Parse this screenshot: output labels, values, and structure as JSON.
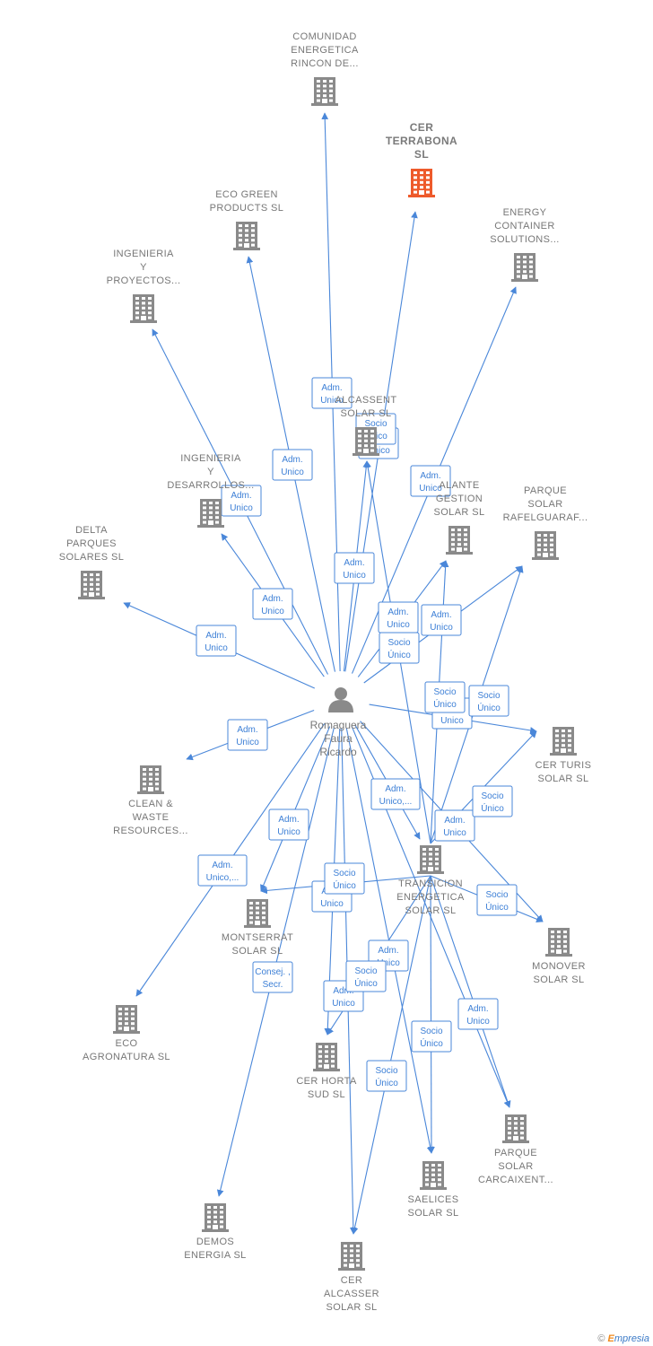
{
  "colors": {
    "edge": "#4a87d9",
    "building": "#8a8a8a",
    "building_focus": "#ee5a2b",
    "label": "#777777",
    "edge_label": "#3c7fd6"
  },
  "person": {
    "id": "romaguera",
    "name": [
      "Romaguera",
      "Faura",
      "Ricardo"
    ],
    "icon": "person-icon"
  },
  "companies": [
    {
      "id": "comunidad",
      "name": [
        "COMUNIDAD",
        "ENERGETICA",
        "RINCON DE..."
      ],
      "icon": "building-icon"
    },
    {
      "id": "terrabona",
      "name": [
        "CER",
        "TERRABONA",
        "SL"
      ],
      "icon": "building-icon",
      "focus": true
    },
    {
      "id": "ecogreen",
      "name": [
        "ECO GREEN",
        "PRODUCTS  SL"
      ],
      "icon": "building-icon"
    },
    {
      "id": "energycontainer",
      "name": [
        "ENERGY",
        "CONTAINER",
        "SOLUTIONS..."
      ],
      "icon": "building-icon"
    },
    {
      "id": "ingproyectos",
      "name": [
        "INGENIERIA",
        "Y",
        "PROYECTOS..."
      ],
      "icon": "building-icon"
    },
    {
      "id": "alcassent",
      "name": [
        "ALCASSENT",
        "SOLAR  SL"
      ],
      "icon": "building-icon"
    },
    {
      "id": "ingdesarrollos",
      "name": [
        "INGENIERIA",
        "Y",
        "DESARROLLOS..."
      ],
      "icon": "building-icon"
    },
    {
      "id": "alantegestion",
      "name": [
        "ALANTE",
        "GESTION",
        "SOLAR  SL"
      ],
      "icon": "building-icon"
    },
    {
      "id": "rafelguaraf",
      "name": [
        "PARQUE",
        "SOLAR",
        "RAFELGUARAF..."
      ],
      "icon": "building-icon"
    },
    {
      "id": "delta",
      "name": [
        "DELTA",
        "PARQUES",
        "SOLARES  SL"
      ],
      "icon": "building-icon"
    },
    {
      "id": "turis",
      "name": [
        "CER TURIS",
        "SOLAR  SL"
      ],
      "icon": "building-icon"
    },
    {
      "id": "cleanwaste",
      "name": [
        "CLEAN &",
        "WASTE",
        "RESOURCES..."
      ],
      "icon": "building-icon"
    },
    {
      "id": "transicion",
      "name": [
        "TRANSICION",
        "ENERGETICA",
        "SOLAR  SL"
      ],
      "icon": "building-icon"
    },
    {
      "id": "montserrat",
      "name": [
        "MONTSERRAT",
        "SOLAR  SL"
      ],
      "icon": "building-icon"
    },
    {
      "id": "monover",
      "name": [
        "MONOVER",
        "SOLAR  SL"
      ],
      "icon": "building-icon"
    },
    {
      "id": "ecoagronatura",
      "name": [
        "ECO",
        "AGRONATURA SL"
      ],
      "icon": "building-icon"
    },
    {
      "id": "horta",
      "name": [
        "CER HORTA",
        "SUD  SL"
      ],
      "icon": "building-icon"
    },
    {
      "id": "carcaixent",
      "name": [
        "PARQUE",
        "SOLAR",
        "CARCAIXENT..."
      ],
      "icon": "building-icon"
    },
    {
      "id": "demos",
      "name": [
        "DEMOS",
        "ENERGIA  SL"
      ],
      "icon": "building-icon"
    },
    {
      "id": "saelices",
      "name": [
        "SAELICES",
        "SOLAR  SL"
      ],
      "icon": "building-icon"
    },
    {
      "id": "ceralcasser",
      "name": [
        "CER",
        "ALCASSER",
        "SOLAR  SL"
      ],
      "icon": "building-icon"
    }
  ],
  "edges": [
    {
      "from": "romaguera",
      "to": "comunidad",
      "label": [
        "Adm.",
        "Unico"
      ]
    },
    {
      "from": "romaguera",
      "to": "terrabona",
      "label": [
        "Adm.",
        "Unico"
      ]
    },
    {
      "from": "romaguera",
      "to": "ecogreen",
      "label": [
        "Adm.",
        "Unico"
      ]
    },
    {
      "from": "romaguera",
      "to": "energycontainer",
      "label": [
        "Adm.",
        "Unico"
      ]
    },
    {
      "from": "romaguera",
      "to": "ingproyectos",
      "label": [
        "Adm.",
        "Unico"
      ]
    },
    {
      "from": "romaguera",
      "to": "alcassent",
      "label": [
        "Adm.",
        "Unico"
      ]
    },
    {
      "from": "romaguera",
      "to": "ingdesarrollos",
      "label": [
        "Adm.",
        "Unico"
      ]
    },
    {
      "from": "romaguera",
      "to": "alantegestion",
      "label": [
        "Adm.",
        "Unico"
      ]
    },
    {
      "from": "romaguera",
      "to": "rafelguaraf",
      "label": [
        "Adm.",
        "Unico"
      ]
    },
    {
      "from": "romaguera",
      "to": "delta",
      "label": [
        "Adm.",
        "Unico"
      ]
    },
    {
      "from": "romaguera",
      "to": "turis",
      "label": [
        "Adm.",
        "Unico"
      ]
    },
    {
      "from": "romaguera",
      "to": "cleanwaste",
      "label": [
        "Adm.",
        "Unico"
      ]
    },
    {
      "from": "romaguera",
      "to": "transicion",
      "label": [
        "Adm.",
        "Unico,..."
      ]
    },
    {
      "from": "romaguera",
      "to": "montserrat",
      "label": [
        "Adm.",
        "Unico"
      ]
    },
    {
      "from": "romaguera",
      "to": "monover",
      "label": [
        "Adm.",
        "Unico"
      ]
    },
    {
      "from": "romaguera",
      "to": "ecoagronatura",
      "label": [
        "Adm.",
        "Unico,..."
      ]
    },
    {
      "from": "romaguera",
      "to": "horta",
      "label": [
        "Adm.",
        "Unico"
      ]
    },
    {
      "from": "romaguera",
      "to": "carcaixent",
      "label": [
        "Adm.",
        "Unico"
      ]
    },
    {
      "from": "romaguera",
      "to": "demos",
      "label": [
        "Consej. ,",
        "Secr."
      ]
    },
    {
      "from": "romaguera",
      "to": "saelices",
      "label": [
        "Adm.",
        "Unico"
      ]
    },
    {
      "from": "romaguera",
      "to": "ceralcasser",
      "label": [
        "Adm.",
        "Unico"
      ]
    },
    {
      "from": "transicion",
      "to": "alcassent",
      "label": [
        "Socio",
        "Único"
      ]
    },
    {
      "from": "transicion",
      "to": "alantegestion",
      "label": [
        "Socio",
        "Único"
      ]
    },
    {
      "from": "transicion",
      "to": "rafelguaraf",
      "label": [
        "Socio",
        "Único"
      ]
    },
    {
      "from": "transicion",
      "to": "turis",
      "label": [
        "Socio",
        "Único"
      ]
    },
    {
      "from": "transicion",
      "to": "monover",
      "label": [
        "Socio",
        "Único"
      ]
    },
    {
      "from": "transicion",
      "to": "montserrat",
      "label": [
        "Socio",
        "Único"
      ]
    },
    {
      "from": "transicion",
      "to": "horta",
      "label": [
        "Socio",
        "Único"
      ]
    },
    {
      "from": "transicion",
      "to": "carcaixent",
      "label": [
        "Socio",
        "Único"
      ]
    },
    {
      "from": "transicion",
      "to": "saelices",
      "label": [
        "Socio",
        "Único"
      ]
    },
    {
      "from": "transicion",
      "to": "ceralcasser",
      "label": [
        "Socio",
        "Único"
      ]
    }
  ],
  "footer": {
    "copyright": "©",
    "brand_first": "E",
    "brand_rest": "mpresia"
  }
}
